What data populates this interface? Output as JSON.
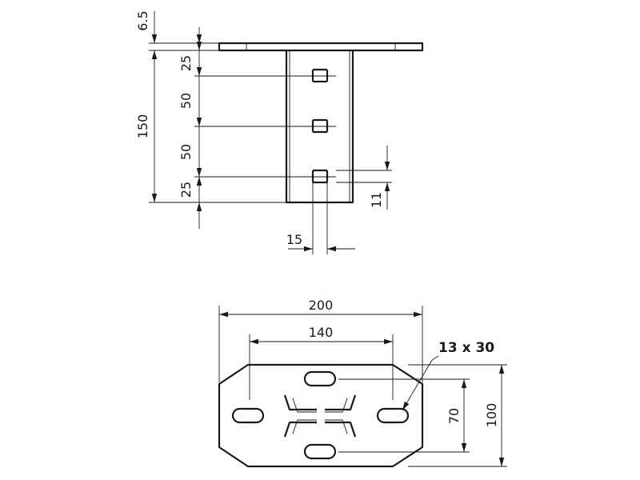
{
  "side_view": {
    "dims": {
      "flange_thickness": "6.5",
      "total_height": "150",
      "top_offset": "25",
      "spacing_1": "50",
      "spacing_2": "50",
      "bottom_offset": "25",
      "slot_height": "11",
      "slot_width": "15"
    }
  },
  "plan_view": {
    "dims": {
      "overall_width": "200",
      "slot_spacing": "140",
      "slot_callout": "13 x 30",
      "inner_height": "70",
      "overall_height": "100"
    }
  },
  "colors": {
    "line": "#1a1a1a",
    "background": "#ffffff"
  }
}
